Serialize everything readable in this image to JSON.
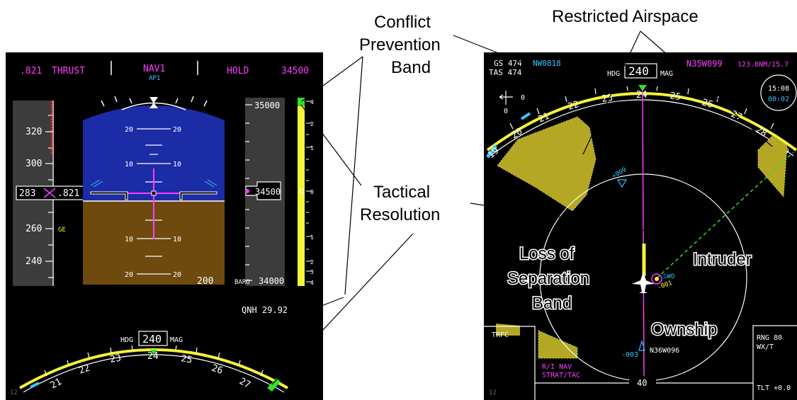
{
  "callouts": {
    "conflict_line1": "Conflict",
    "conflict_line2": "Prevention",
    "conflict_line3": "Band",
    "restricted": "Restricted Airspace",
    "tactical_line1": "Tactical",
    "tactical_line2": "Resolution",
    "los_line1": "Loss of",
    "los_line2": "Separation",
    "los_line3": "Band",
    "intruder": "Intruder",
    "ownship": "Ownship"
  },
  "pfd": {
    "mach_top": ".821",
    "thrust": "THRUST",
    "nav_mode": "NAV1",
    "ap_mode": "AP1",
    "alt_mode": "HOLD",
    "alt_target": "34500",
    "speed_ticks": [
      "320",
      "300",
      "260",
      "240"
    ],
    "speed_current": "283",
    "mach_box": ".821",
    "ge_label": "GE",
    "pitch_labels": [
      "20",
      "10",
      "10",
      "20"
    ],
    "alt_top": "35000",
    "alt_current": "34500",
    "alt_bottom": "34000",
    "vs_ticks": [
      "4",
      "2",
      "1",
      "0",
      "1",
      "2",
      "3",
      "4"
    ],
    "radio_alt": "200",
    "baro": "BARO",
    "qnh": "QNH 29.92",
    "hdg_label": "HDG",
    "hdg_value": "240",
    "mag_label": "MAG",
    "compass_labels": [
      "21",
      "22",
      "23",
      "24",
      "25",
      "26",
      "27"
    ],
    "corner": "12"
  },
  "nd": {
    "gs": "GS 474",
    "tas": "TAS 474",
    "wpt": "NW0818",
    "hdg_label": "HDG",
    "hdg_value": "240",
    "mag_label": "MAG",
    "next_wpt": "N35W099",
    "dist": "123.8NM/15.7",
    "clock_time": "15:08",
    "clock_elapsed": "00:02",
    "wind": "0",
    "wind2": "0",
    "compass_labels": [
      "19",
      "20",
      "21",
      "22",
      "23",
      "24",
      "25",
      "26",
      "27",
      "28",
      "29"
    ],
    "intruder_tag": "+009",
    "intruder_id": "SWO",
    "intruder_alt": "-001",
    "bottom_tag": "-003",
    "bottom_wpt": "N36W096",
    "trfc": "TRFC",
    "rnav": "R/I NAV",
    "strat": "STRAT/TAC",
    "rng": "RNG 80",
    "wx": "WX/T",
    "tlt": "TLT  +0.0",
    "range_label": "40",
    "corner": "12"
  },
  "colors": {
    "magenta": "#ff3cff",
    "cyan": "#36c6ff",
    "yellow": "#f4f43a",
    "olive": "#b3a724",
    "sky": "#1c2ca6",
    "ground": "#6e4a0e",
    "green": "#33dd33"
  }
}
